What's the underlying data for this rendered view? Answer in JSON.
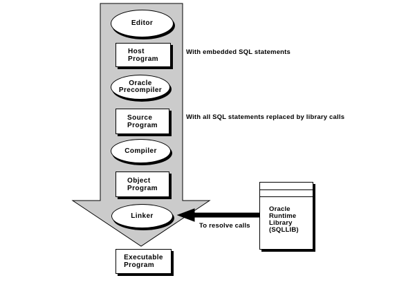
{
  "nodes": {
    "editor": {
      "label": "Editor"
    },
    "host_program": {
      "line1": "Host",
      "line2": "Program"
    },
    "oracle_precompiler": {
      "line1": "Oracle",
      "line2": "Precompiler"
    },
    "source_program": {
      "line1": "Source",
      "line2": "Program"
    },
    "compiler": {
      "label": "Compiler"
    },
    "object_program": {
      "line1": "Object",
      "line2": "Program"
    },
    "linker": {
      "label": "Linker"
    },
    "executable_program": {
      "line1": "Executable",
      "line2": "Program"
    },
    "oracle_runtime_library": {
      "line1": "Oracle",
      "line2": "Runtime",
      "line3": "Library",
      "line4": "(SQLLIB)"
    }
  },
  "annotations": {
    "embedded_sql": "With embedded SQL statements",
    "library_calls": "With all SQL statements replaced by library calls",
    "resolve_calls": "To resolve calls"
  },
  "colors": {
    "flow_arrow_fill": "#cbcbcb",
    "callout_arrow_fill": "#000000",
    "shape_fill": "#ffffff",
    "outline": "#000000",
    "background": "#ffffff"
  }
}
